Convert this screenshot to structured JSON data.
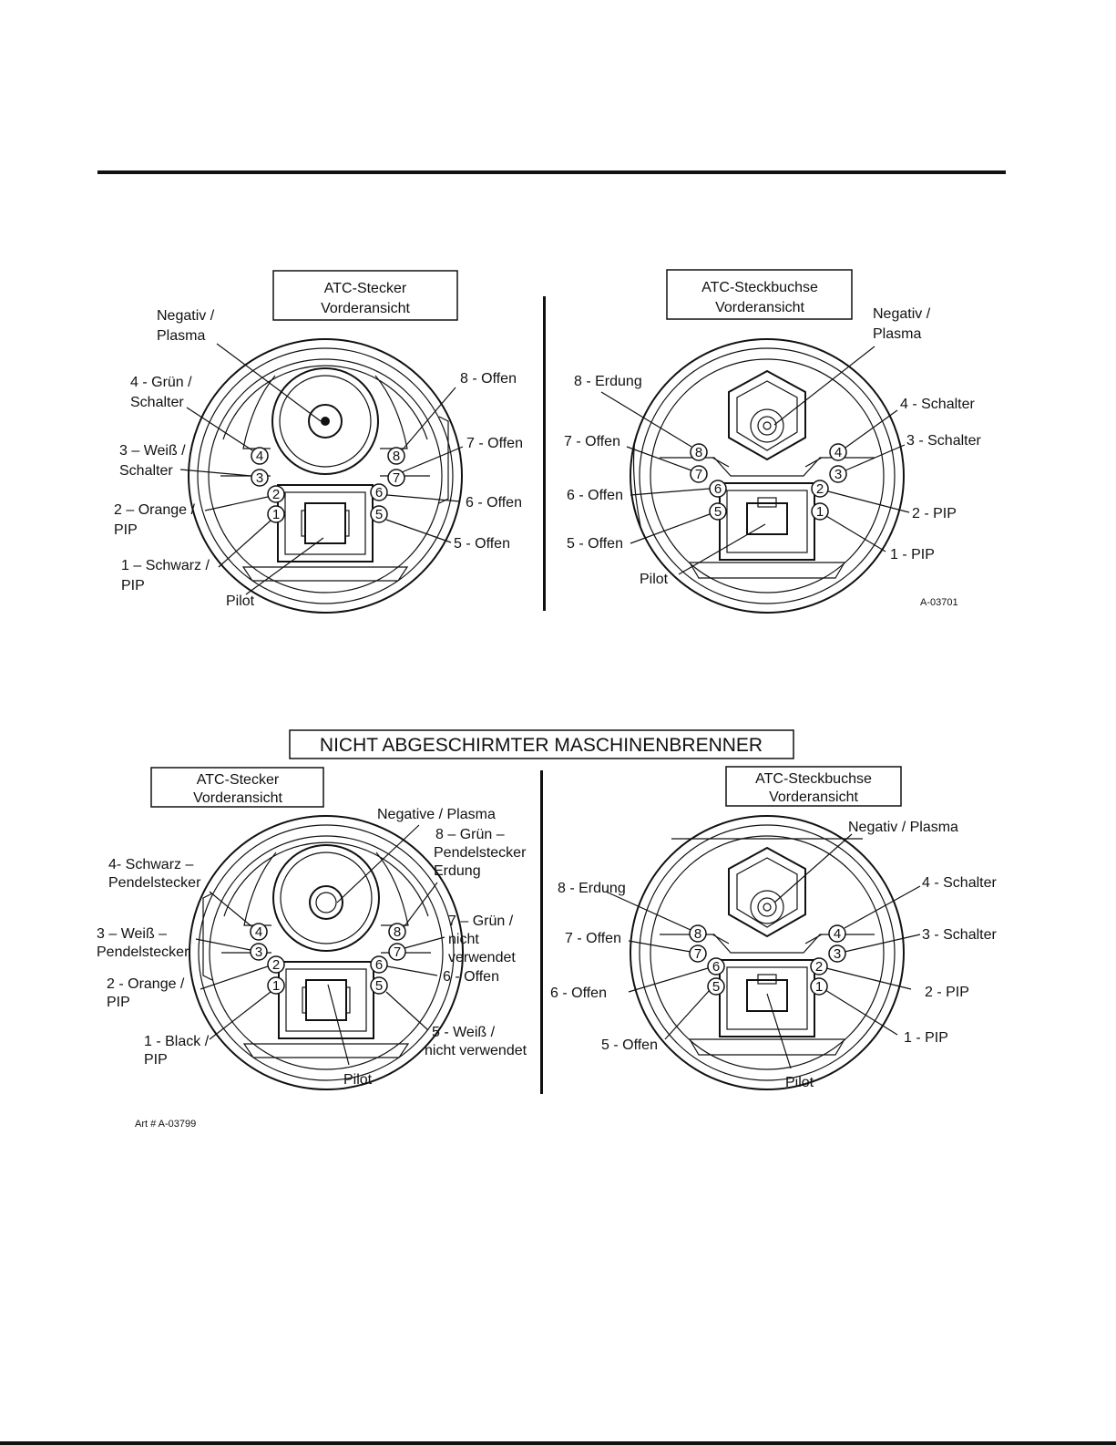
{
  "figure1": {
    "plug_title": [
      "ATC-Stecker",
      "Vorderansicht"
    ],
    "socket_title": [
      "ATC-Steckbuchse",
      "Vorderansicht"
    ],
    "plug_labels": {
      "negativ": [
        "Negativ /",
        "Plasma"
      ],
      "p4": [
        "4 - Grün /",
        "Schalter"
      ],
      "p3": [
        "3 – Weiß /",
        "Schalter"
      ],
      "p2": [
        "2 – Orange /",
        "PIP"
      ],
      "p1": [
        "1 – Schwarz /",
        "PIP"
      ],
      "pilot": "Pilot",
      "p8": "8 - Offen",
      "p7": "7 - Offen",
      "p6": "6 - Offen",
      "p5": "5 - Offen"
    },
    "socket_labels": {
      "negativ": [
        "Negativ /",
        "Plasma"
      ],
      "p8": "8 - Erdung",
      "p7": "7 - Offen",
      "p6": "6 - Offen",
      "p5": "5 - Offen",
      "pilot": "Pilot",
      "p4": "4 -  Schalter",
      "p3": "3 - Schalter",
      "p2": "2 - PIP",
      "p1": "1 - PIP"
    },
    "art_number": "A-03701"
  },
  "figure2": {
    "heading": "NICHT ABGESCHIRMTER MASCHINENBRENNER",
    "plug_title": [
      "ATC-Stecker",
      "Vorderansicht"
    ],
    "socket_title": [
      "ATC-Steckbuchse",
      "Vorderansicht"
    ],
    "plug_labels": {
      "negativ": "Negative / Plasma",
      "p8": [
        "8 – Grün –",
        "Pendelstecker",
        "Erdung"
      ],
      "p4": [
        "4- Schwarz –",
        "Pendelstecker"
      ],
      "p3": [
        "3 – Weiß –",
        "Pendelstecker"
      ],
      "p2": [
        "2 - Orange /",
        "PIP"
      ],
      "p1": [
        "1 - Black /",
        "PIP"
      ],
      "pilot": "Pilot",
      "p7": [
        "7 – Grün /",
        "nicht",
        "verwendet"
      ],
      "p6": "6 - Offen",
      "p5": [
        "5 - Weiß /",
        "nicht verwendet"
      ]
    },
    "socket_labels": {
      "negativ": "Negativ / Plasma",
      "p8": "8 - Erdung",
      "p7": "7 - Offen",
      "p6": "6 - Offen",
      "p5": "5 - Offen",
      "pilot": "Pilot",
      "p4": "4 -  Schalter",
      "p3": "3 -  Schalter",
      "p2": "2 - PIP",
      "p1": "1 - PIP"
    },
    "art_number": "Art # A-03799"
  },
  "pin_numbers": [
    "1",
    "2",
    "3",
    "4",
    "5",
    "6",
    "7",
    "8"
  ]
}
